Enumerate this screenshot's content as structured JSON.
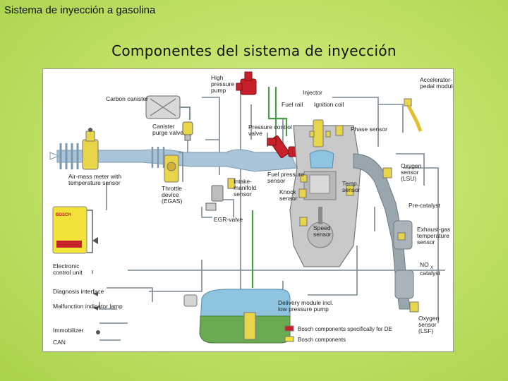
{
  "slide": {
    "title": "Sistema de inyección a gasolina",
    "heading": "Componentes del sistema de inyección"
  },
  "diagram": {
    "labels": {
      "high_pressure_pump": [
        "High",
        "pressure",
        "pump"
      ],
      "carbon_canister": "Carbon canister",
      "canister_purge_valve": [
        "Canister",
        "purge valve"
      ],
      "injector": "Injector",
      "fuel_rail": "Fuel rail",
      "ignition_coil": "Ignition coil",
      "accelerator_pedal_module": [
        "Accelerator-",
        "pedal module"
      ],
      "pressure_control_valve": [
        "Pressure control",
        "valve"
      ],
      "phase_sensor": "Phase sensor",
      "air_mass_meter": [
        "Air-mass meter with",
        "temperature sensor"
      ],
      "throttle_device": [
        "Throttle",
        "device",
        "(EGAS)"
      ],
      "intake_manifold_sensor": [
        "Intake-",
        "manifold",
        "sensor"
      ],
      "fuel_pressure_sensor": [
        "Fuel pressure",
        "sensor"
      ],
      "knock_sensor": [
        "Knock",
        "sensor"
      ],
      "temp_sensor": [
        "Temp.",
        "sensor"
      ],
      "oxygen_sensor_lsu": [
        "Oxygen",
        "sensor",
        "(LSU)"
      ],
      "pre_catalyst": "Pre-catalyst",
      "egr_valve": "EGR-valve",
      "speed_sensor": [
        "Speed",
        "sensor"
      ],
      "exhaust_gas_temp_sensor": [
        "Exhaust-gas",
        "temperature",
        "sensor"
      ],
      "electronic_control_unit": [
        "Electronic",
        "control unit"
      ],
      "nox_catalyst": [
        "NO",
        "X",
        "catalyst"
      ],
      "diagnosis_interface": "Diagnosis interface",
      "malfunction_indicator_lamp": "Malfunction indicator lamp",
      "immobilizer": "Immobilizer",
      "can": "CAN",
      "delivery_module": [
        "Delivery module incl.",
        "low pressure pump"
      ],
      "oxygen_sensor_lsf": [
        "Oxygen",
        "sensor",
        "(LSF)"
      ],
      "ecu_brand": "BOSCH"
    },
    "legend": [
      {
        "label": "Bosch components specifically for DE",
        "color": "#c8202a"
      },
      {
        "label": "Bosch components",
        "color": "#f2e23a"
      }
    ],
    "colors": {
      "intake_pipe": "#a9c4d8",
      "engine_block": "#c9c9c9",
      "exhaust_pipe": "#9aa6ad",
      "tank_water": "#8fc4e0",
      "tank_fuel": "#6aab52",
      "wire": "#7a8a92",
      "fuel_line": "#4a9a4a"
    }
  }
}
